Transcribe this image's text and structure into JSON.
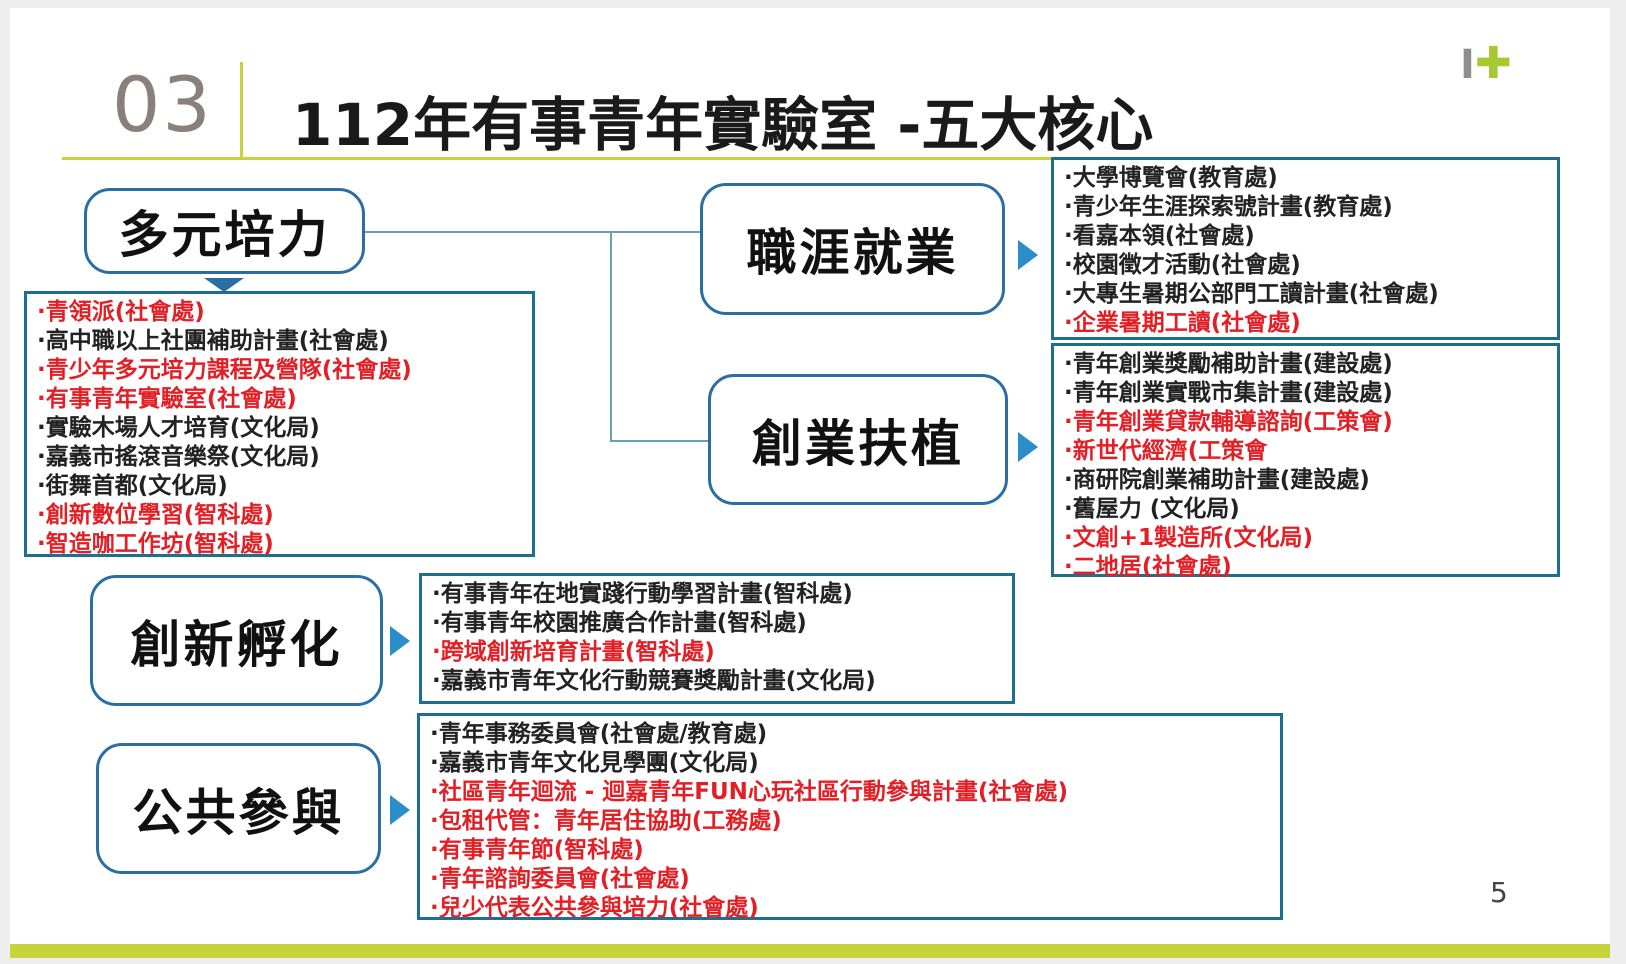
{
  "header": {
    "section_number": "03",
    "title": "112年有事青年實驗室 -五大核心",
    "logo_text": "I",
    "logo_plus": "✚"
  },
  "cores": {
    "diverse": {
      "label": "多元培力",
      "items": [
        {
          "text": "·青領派(社會處)",
          "red": true
        },
        {
          "text": "·高中職以上社團補助計畫(社會處)",
          "red": false
        },
        {
          "text": "·青少年多元培力課程及營隊(社會處)",
          "red": true
        },
        {
          "text": "·有事青年實驗室(社會處)",
          "red": true
        },
        {
          "text": "·實驗木場人才培育(文化局)",
          "red": false
        },
        {
          "text": "·嘉義市搖滾音樂祭(文化局)",
          "red": false
        },
        {
          "text": "·街舞首都(文化局)",
          "red": false
        },
        {
          "text": "·創新數位學習(智科處)",
          "red": true
        },
        {
          "text": "·智造咖工作坊(智科處)",
          "red": true
        }
      ]
    },
    "career": {
      "label": "職涯就業",
      "items": [
        {
          "text": "·大學博覽會(教育處)",
          "red": false
        },
        {
          "text": "·青少年生涯探索號計畫(教育處)",
          "red": false
        },
        {
          "text": "·看嘉本領(社會處)",
          "red": false
        },
        {
          "text": "·校園徵才活動(社會處)",
          "red": false
        },
        {
          "text": "·大專生暑期公部門工讀計畫(社會處)",
          "red": false
        },
        {
          "text": "·企業暑期工讀(社會處)",
          "red": true
        }
      ]
    },
    "startup": {
      "label": "創業扶植",
      "items": [
        {
          "text": "·青年創業獎勵補助計畫(建設處)",
          "red": false
        },
        {
          "text": "·青年創業實戰市集計畫(建設處)",
          "red": false
        },
        {
          "text": "·青年創業貸款輔導諮詢(工策會)",
          "red": true
        },
        {
          "text": "·新世代經濟(工策會",
          "red": true
        },
        {
          "text": "·商研院創業補助計畫(建設處)",
          "red": false
        },
        {
          "text": "·舊屋力 (文化局)",
          "red": false
        },
        {
          "text": "·文創+1製造所(文化局)",
          "red": true
        },
        {
          "text": "·二地居(社會處)",
          "red": true
        }
      ]
    },
    "innovation": {
      "label": "創新孵化",
      "items": [
        {
          "text": "·有事青年在地實踐行動學習計畫(智科處)",
          "red": false
        },
        {
          "text": "·有事青年校園推廣合作計畫(智科處)",
          "red": false
        },
        {
          "text": "·跨域創新培育計畫(智科處)",
          "red": true
        },
        {
          "text": "·嘉義市青年文化行動競賽獎勵計畫(文化局)",
          "red": false
        }
      ]
    },
    "public": {
      "label": "公共參與",
      "items": [
        {
          "text": "·青年事務委員會(社會處/教育處)",
          "red": false
        },
        {
          "text": "·嘉義市青年文化見學團(文化局)",
          "red": false
        },
        {
          "text": "·社區青年迴流 - 迴嘉青年FUN心玩社區行動參與計畫(社會處)",
          "red": true
        },
        {
          "text": "·包租代管：青年居住協助(工務處)",
          "red": true
        },
        {
          "text": "·有事青年節(智科處)",
          "red": true
        },
        {
          "text": "·青年諮詢委員會(社會處)",
          "red": true
        },
        {
          "text": "·兒少代表公共參與培力(社會處)",
          "red": true
        }
      ]
    }
  },
  "page_number": "5",
  "colors": {
    "accent": "#c8d23c",
    "red_text": "#e31f26",
    "box_border": "#1d6f90",
    "arrow": "#2b8ec9"
  }
}
